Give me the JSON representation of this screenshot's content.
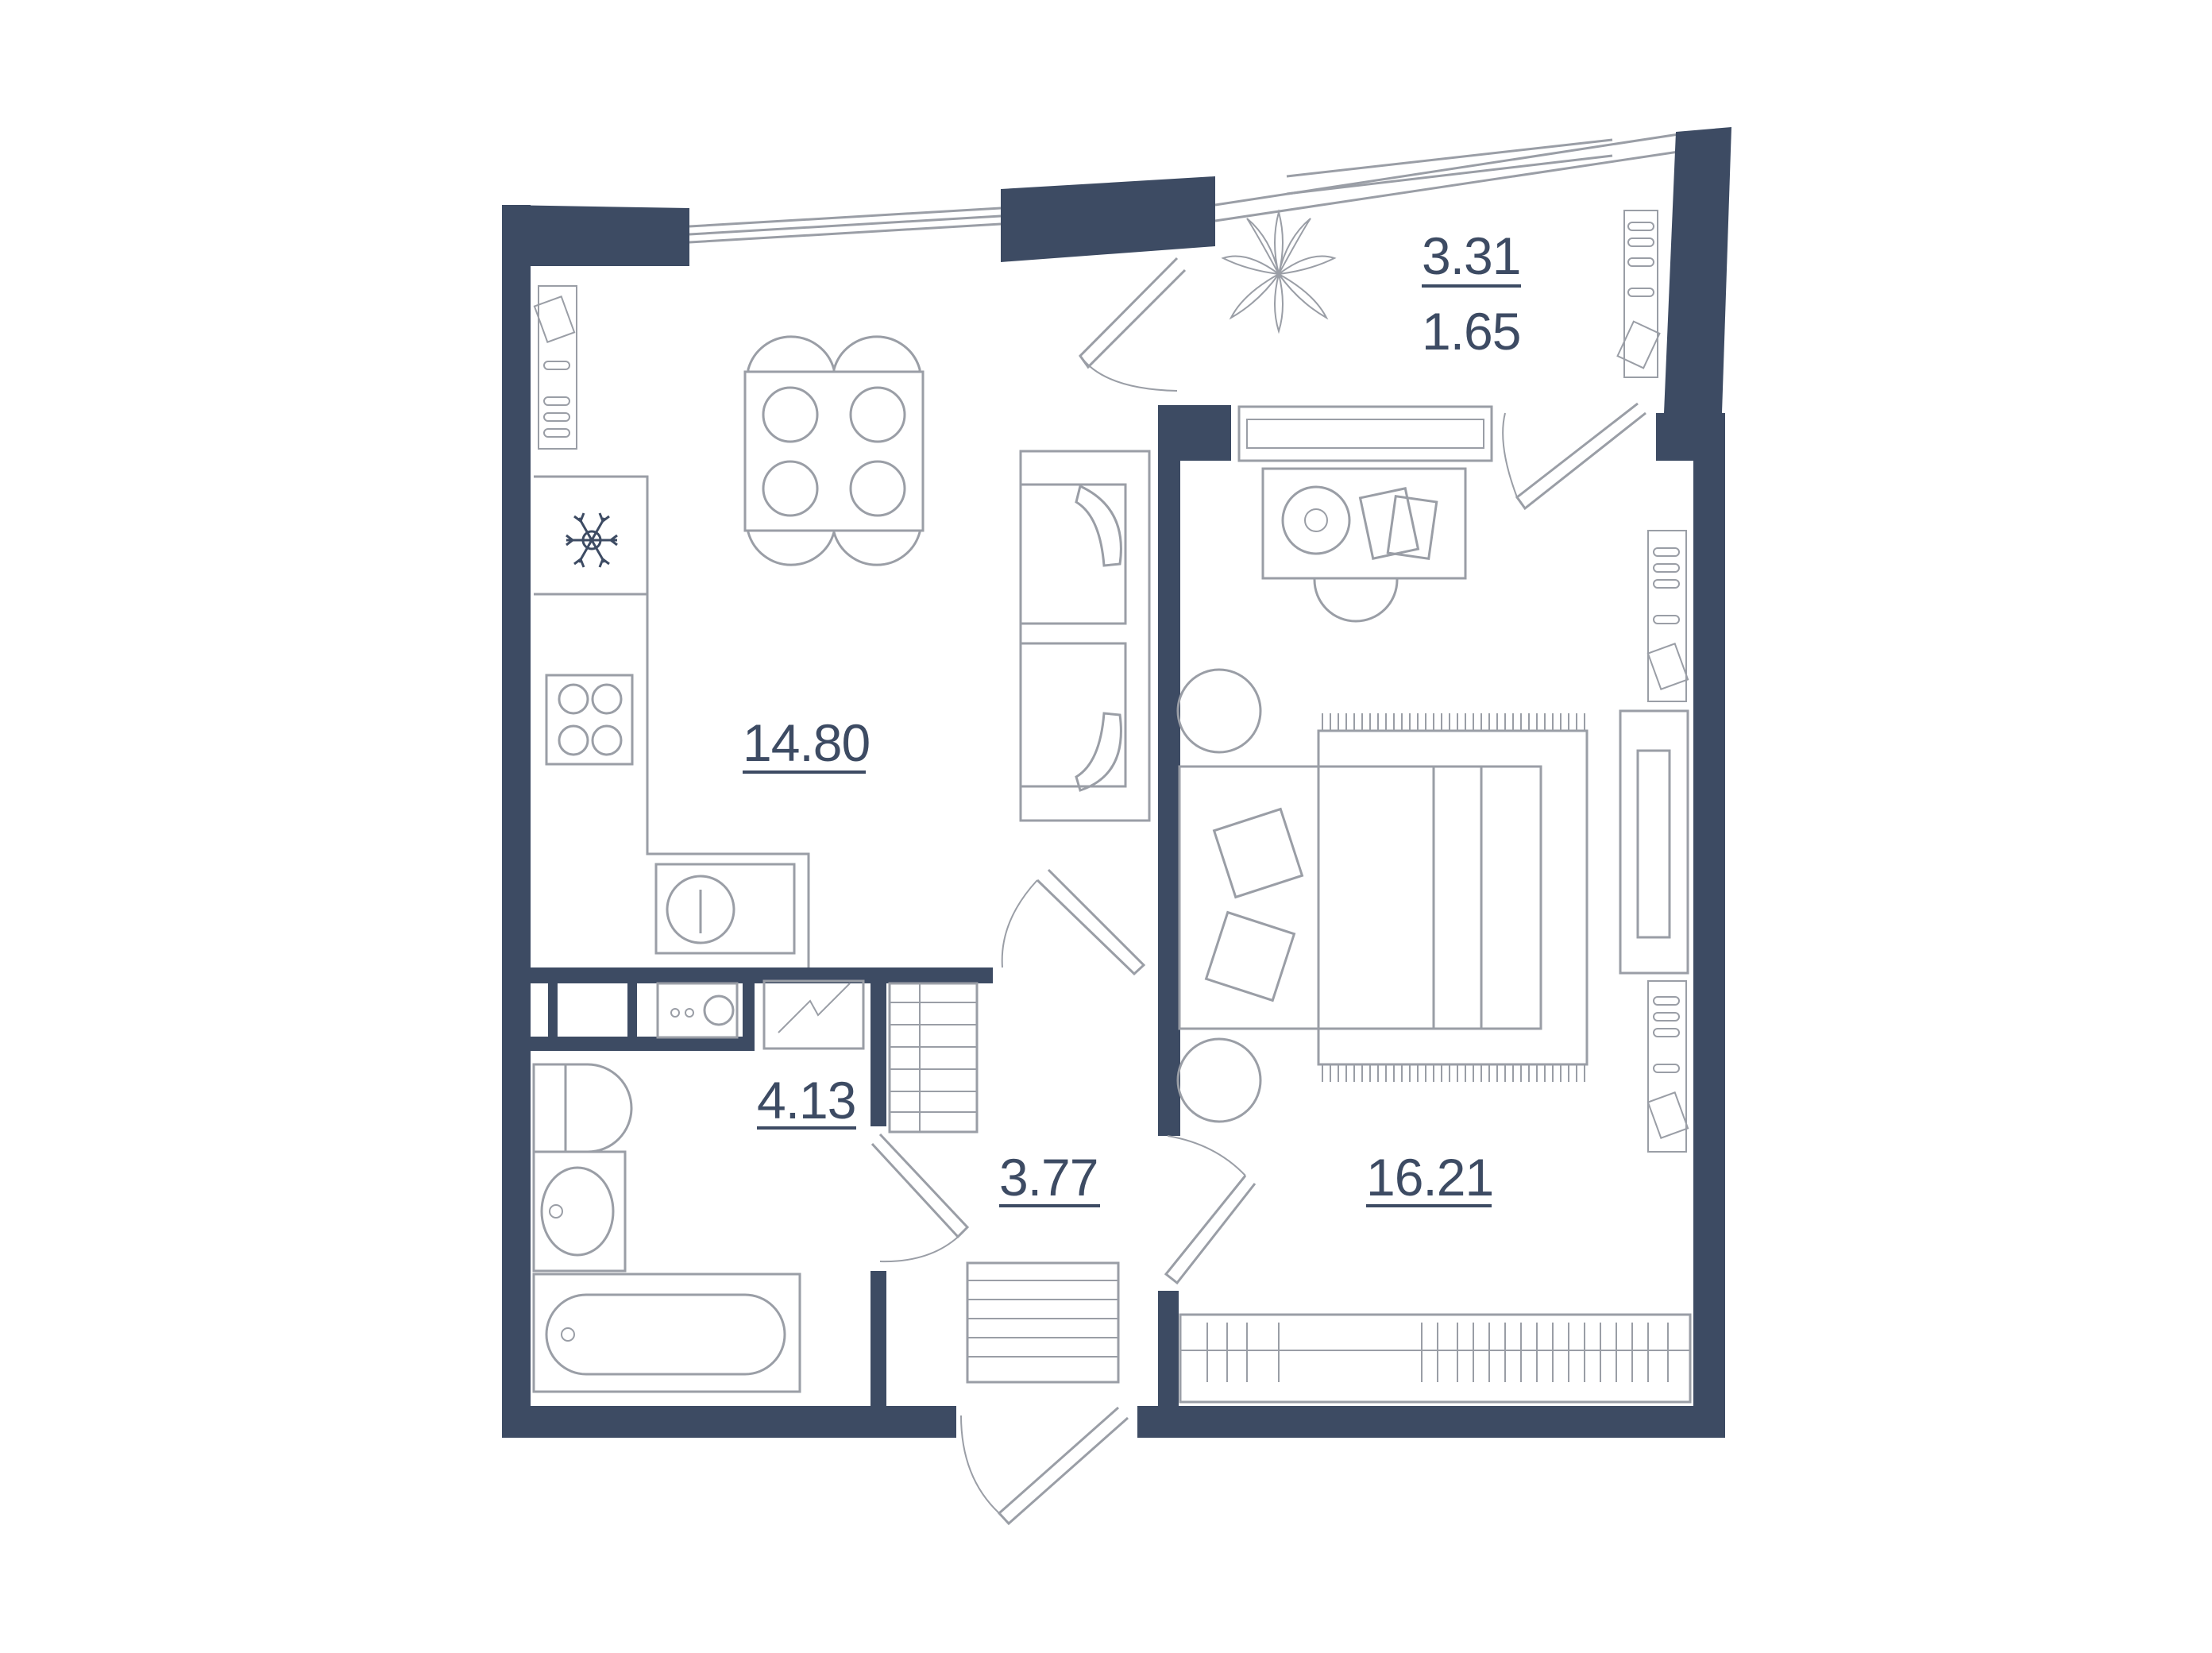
{
  "colors": {
    "wall": "#3d4b63",
    "furniture": "#9a9ea6",
    "text": "#3d4b63",
    "background": "#ffffff"
  },
  "rooms": {
    "living_kitchen": {
      "area": "14.80",
      "underlined": true
    },
    "bathroom": {
      "area": "4.13",
      "underlined": true
    },
    "hallway": {
      "area": "3.77",
      "underlined": true
    },
    "bedroom": {
      "area": "16.21",
      "underlined": true
    },
    "balcony": {
      "area": "3.31",
      "underlined": true,
      "secondary_area": "1.65"
    }
  },
  "icons": [
    "snowflake-icon",
    "plant-icon"
  ]
}
